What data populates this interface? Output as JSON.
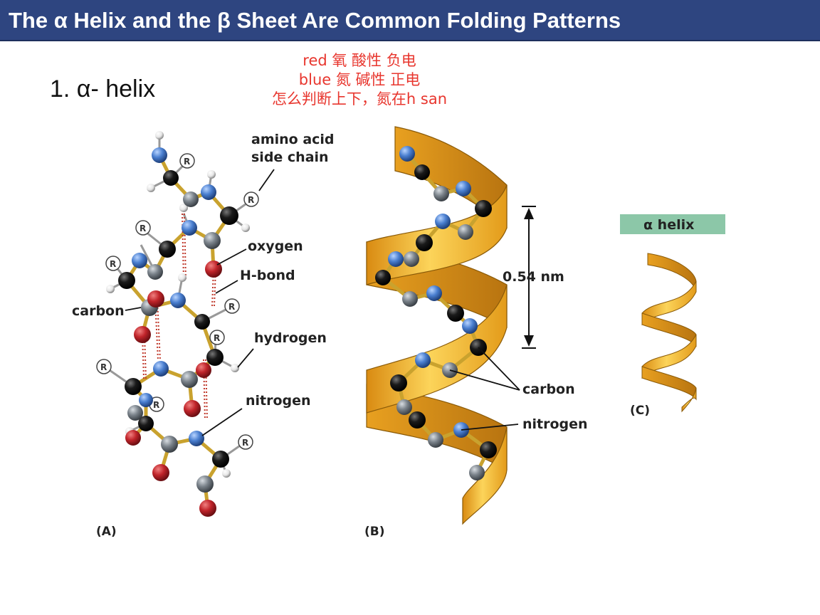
{
  "title": "The α Helix and the β Sheet Are Common Folding Patterns",
  "bullet": "1.  α- helix",
  "notes": [
    "red  氧 酸性 负电",
    "blue 氮 碱性 正电",
    "怎么判断上下，氮在h san"
  ],
  "panel_a": {
    "label": "(A)",
    "callouts": {
      "side_chain_1": "amino acid",
      "side_chain_2": "side chain",
      "oxygen": "oxygen",
      "hbond": "H-bond",
      "carbon": "carbon",
      "hydrogen": "hydrogen",
      "nitrogen": "nitrogen"
    },
    "r_group": "R"
  },
  "panel_b": {
    "label": "(B)",
    "pitch": "0.54 nm",
    "carbon": "carbon",
    "nitrogen": "nitrogen"
  },
  "panel_c": {
    "label": "(C)",
    "header": "α helix"
  },
  "colors": {
    "title_bg": "#2e4580",
    "note": "#e8362e",
    "oxygen": "#c0242a",
    "nitrogen": "#4a7fd0",
    "carbon_alpha": "#1a1a1a",
    "carbon": "#7a828a",
    "hydrogen": "#f0f0f0",
    "ribbon": "#f4b62e",
    "hbond": "#c0392b",
    "c_header_bg": "#8cc7a8"
  }
}
